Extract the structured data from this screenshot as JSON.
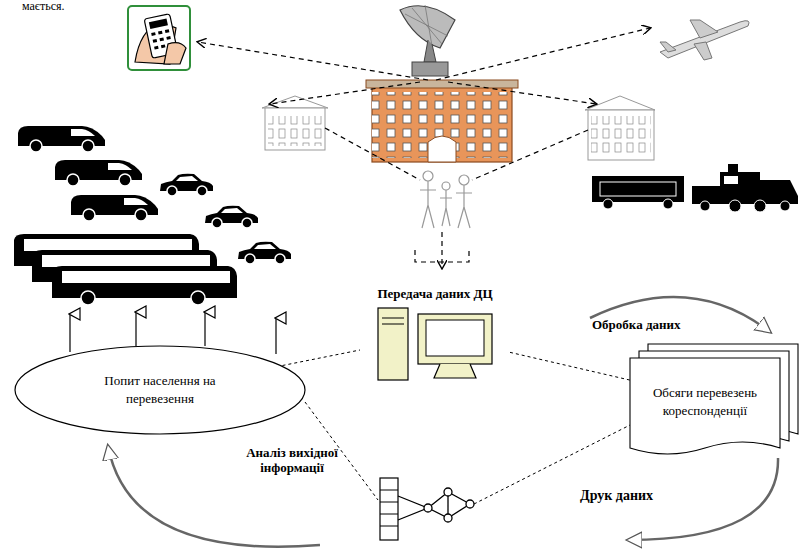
{
  "diagram": {
    "nodes": [
      {
        "text": [
          "Передача даних ДЦ"
        ]
      },
      {
        "text": [
          "Попит населення на перевезення"
        ]
      },
      {
        "text": [
          "Обсяги перевезень кореспонденції"
        ]
      }
    ],
    "edges": [
      {
        "from": 1,
        "to": 0,
        "arrow": "none"
      },
      {
        "from": 0,
        "to": 2,
        "arrow": "none"
      }
    ],
    "labels": [
      "мається.",
      "Обробка даних",
      "Аналіз вихідної інформації",
      "Друк даних"
    ]
  }
}
